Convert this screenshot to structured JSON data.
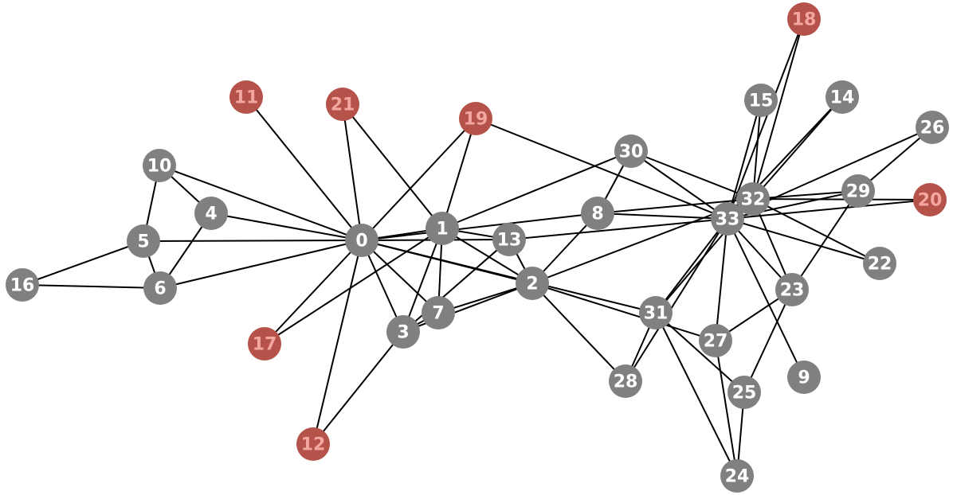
{
  "graph": {
    "colors": {
      "default_node": "#808080",
      "default_label": "#ffffff",
      "highlight_node": "#b5524a",
      "highlight_label": "#f4a6a0",
      "edge": "#000000",
      "background": "#ffffff"
    },
    "nodes": [
      {
        "id": "0",
        "label": "0",
        "highlight": false
      },
      {
        "id": "1",
        "label": "1",
        "highlight": false
      },
      {
        "id": "2",
        "label": "2",
        "highlight": false
      },
      {
        "id": "3",
        "label": "3",
        "highlight": false
      },
      {
        "id": "4",
        "label": "4",
        "highlight": false
      },
      {
        "id": "5",
        "label": "5",
        "highlight": false
      },
      {
        "id": "6",
        "label": "6",
        "highlight": false
      },
      {
        "id": "7",
        "label": "7",
        "highlight": false
      },
      {
        "id": "8",
        "label": "8",
        "highlight": false
      },
      {
        "id": "9",
        "label": "9",
        "highlight": false
      },
      {
        "id": "10",
        "label": "10",
        "highlight": false
      },
      {
        "id": "11",
        "label": "11",
        "highlight": true
      },
      {
        "id": "12",
        "label": "12",
        "highlight": true
      },
      {
        "id": "13",
        "label": "13",
        "highlight": false
      },
      {
        "id": "14",
        "label": "14",
        "highlight": false
      },
      {
        "id": "15",
        "label": "15",
        "highlight": false
      },
      {
        "id": "16",
        "label": "16",
        "highlight": false
      },
      {
        "id": "17",
        "label": "17",
        "highlight": true
      },
      {
        "id": "18",
        "label": "18",
        "highlight": true
      },
      {
        "id": "19",
        "label": "19",
        "highlight": true
      },
      {
        "id": "20",
        "label": "20",
        "highlight": true
      },
      {
        "id": "21",
        "label": "21",
        "highlight": true
      },
      {
        "id": "22",
        "label": "22",
        "highlight": false
      },
      {
        "id": "23",
        "label": "23",
        "highlight": false
      },
      {
        "id": "24",
        "label": "24",
        "highlight": false
      },
      {
        "id": "25",
        "label": "25",
        "highlight": false
      },
      {
        "id": "26",
        "label": "26",
        "highlight": false
      },
      {
        "id": "27",
        "label": "27",
        "highlight": false
      },
      {
        "id": "28",
        "label": "28",
        "highlight": false
      },
      {
        "id": "29",
        "label": "29",
        "highlight": false
      },
      {
        "id": "30",
        "label": "30",
        "highlight": false
      },
      {
        "id": "31",
        "label": "31",
        "highlight": false
      },
      {
        "id": "32",
        "label": "32",
        "highlight": false
      },
      {
        "id": "33",
        "label": "33",
        "highlight": false
      }
    ],
    "edges": [
      [
        "0",
        "1"
      ],
      [
        "0",
        "2"
      ],
      [
        "0",
        "3"
      ],
      [
        "0",
        "4"
      ],
      [
        "0",
        "5"
      ],
      [
        "0",
        "6"
      ],
      [
        "0",
        "7"
      ],
      [
        "0",
        "8"
      ],
      [
        "0",
        "10"
      ],
      [
        "0",
        "11"
      ],
      [
        "0",
        "12"
      ],
      [
        "0",
        "13"
      ],
      [
        "0",
        "17"
      ],
      [
        "0",
        "19"
      ],
      [
        "0",
        "21"
      ],
      [
        "0",
        "31"
      ],
      [
        "1",
        "2"
      ],
      [
        "1",
        "3"
      ],
      [
        "1",
        "7"
      ],
      [
        "1",
        "13"
      ],
      [
        "1",
        "17"
      ],
      [
        "1",
        "19"
      ],
      [
        "1",
        "21"
      ],
      [
        "1",
        "30"
      ],
      [
        "2",
        "3"
      ],
      [
        "2",
        "7"
      ],
      [
        "2",
        "8"
      ],
      [
        "2",
        "13"
      ],
      [
        "2",
        "27"
      ],
      [
        "2",
        "28"
      ],
      [
        "2",
        "32"
      ],
      [
        "3",
        "7"
      ],
      [
        "3",
        "12"
      ],
      [
        "3",
        "13"
      ],
      [
        "4",
        "6"
      ],
      [
        "4",
        "10"
      ],
      [
        "5",
        "6"
      ],
      [
        "5",
        "10"
      ],
      [
        "5",
        "16"
      ],
      [
        "6",
        "16"
      ],
      [
        "8",
        "30"
      ],
      [
        "8",
        "32"
      ],
      [
        "8",
        "33"
      ],
      [
        "9",
        "33"
      ],
      [
        "13",
        "33"
      ],
      [
        "14",
        "32"
      ],
      [
        "14",
        "33"
      ],
      [
        "15",
        "32"
      ],
      [
        "15",
        "33"
      ],
      [
        "18",
        "32"
      ],
      [
        "18",
        "33"
      ],
      [
        "19",
        "33"
      ],
      [
        "20",
        "32"
      ],
      [
        "20",
        "33"
      ],
      [
        "22",
        "32"
      ],
      [
        "22",
        "33"
      ],
      [
        "23",
        "25"
      ],
      [
        "23",
        "27"
      ],
      [
        "23",
        "29"
      ],
      [
        "23",
        "32"
      ],
      [
        "23",
        "33"
      ],
      [
        "24",
        "25"
      ],
      [
        "24",
        "27"
      ],
      [
        "24",
        "31"
      ],
      [
        "25",
        "31"
      ],
      [
        "26",
        "29"
      ],
      [
        "26",
        "33"
      ],
      [
        "27",
        "33"
      ],
      [
        "28",
        "31"
      ],
      [
        "28",
        "33"
      ],
      [
        "29",
        "32"
      ],
      [
        "29",
        "33"
      ],
      [
        "30",
        "32"
      ],
      [
        "30",
        "33"
      ],
      [
        "31",
        "32"
      ],
      [
        "31",
        "33"
      ],
      [
        "32",
        "33"
      ]
    ]
  }
}
